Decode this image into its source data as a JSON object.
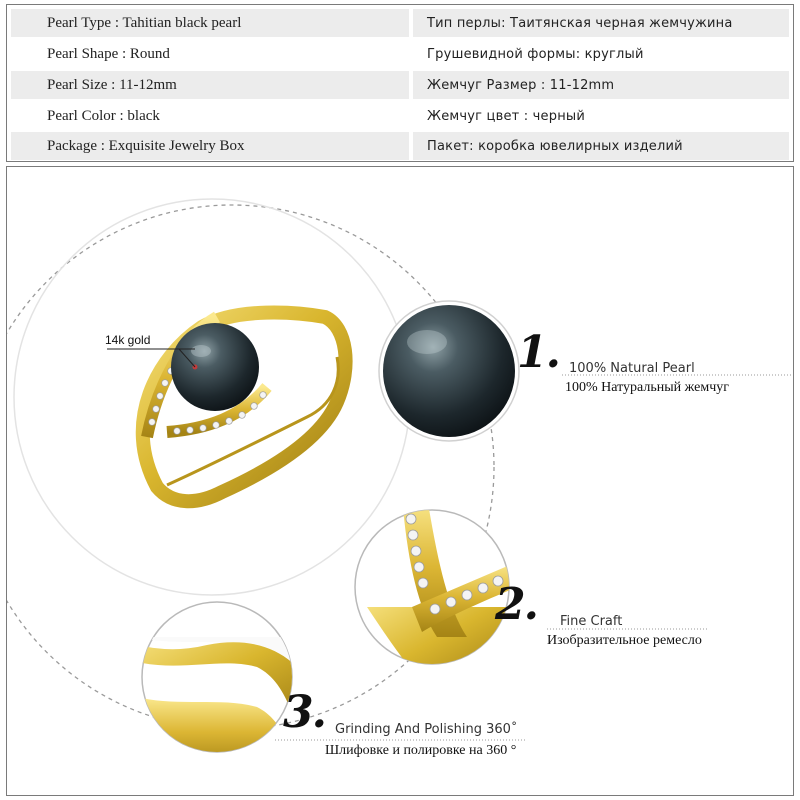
{
  "spec_table": {
    "rows": [
      {
        "en": "Pearl Type : Tahitian  black pearl",
        "ru": "Тип перлы: Таитянская черная жемчужина"
      },
      {
        "en": "Pearl Shape : Round",
        "ru": "Грушевидной формы: круглый"
      },
      {
        "en": "Pearl Size : 11-12mm",
        "ru": "Жемчуг Размер : 11-12mm"
      },
      {
        "en": "Pearl Color : black",
        "ru": "Жемчуг цвет : черный"
      },
      {
        "en": "Package : Exquisite Jewelry Box",
        "ru": "Пакет: коробка ювелирных изделий"
      }
    ]
  },
  "features": {
    "gold_label": "14k gold",
    "items": [
      {
        "number": "1.",
        "en": "100% Natural Pearl",
        "ru": "100% Натуральный жемчуг"
      },
      {
        "number": "2.",
        "en": "Fine Craft",
        "ru": "Изобразительное ремесло"
      },
      {
        "number": "3.",
        "en": "Grinding And Polishing 360˚",
        "ru": "Шлифовке и полировке на 360 °"
      }
    ]
  },
  "colors": {
    "gold": "#d9b62e",
    "gold_dark": "#a8861a",
    "pearl": "#1f2a30",
    "row_shade": "#ececec",
    "border": "#7a7a7a"
  }
}
